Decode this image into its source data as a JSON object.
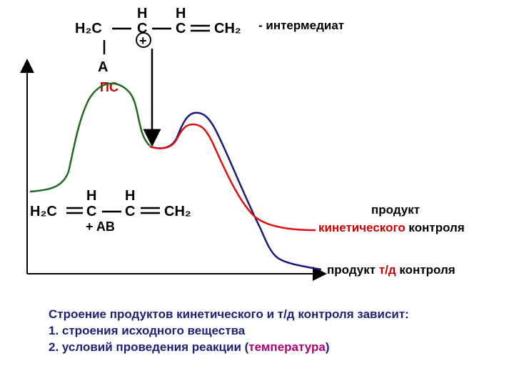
{
  "top_molecule": {
    "h2c": "H₂C",
    "h1": "H",
    "c1": "C",
    "h2": "H",
    "c2": "C",
    "ch2": "CH₂",
    "charge": "+",
    "substituent": "A",
    "note": "- интермедиат"
  },
  "ps_label": "ПС",
  "bottom_molecule": {
    "h2c": "H₂C",
    "h1": "H",
    "c1": "C",
    "h2": "H",
    "c2": "C",
    "ch2": "CH₂",
    "reagent": "+ AB"
  },
  "kinetic_label": {
    "line1": "продукт",
    "line2_colored": "кинетического",
    "line2_rest": " контроля"
  },
  "thermo_label": {
    "prefix": "продукт ",
    "colored": "т/д",
    "suffix": " контроля"
  },
  "caption": {
    "line1": "Строение продуктов кинетического и т/д контроля зависит:",
    "line2": "1. строения исходного вещества",
    "line3_prefix": "2. условий проведения реакции (",
    "line3_colored": "температура",
    "line3_suffix": ")"
  },
  "colors": {
    "green_curve": "#1f6b1f",
    "navy_curve": "#1a1a7a",
    "red_curve": "#e01010",
    "ps_label": "#cc0000",
    "kinetic_highlight": "#cc0000",
    "thermo_highlight": "#cc0000",
    "caption_text": "#1f1f7a",
    "caption_highlight": "#b0007a"
  }
}
